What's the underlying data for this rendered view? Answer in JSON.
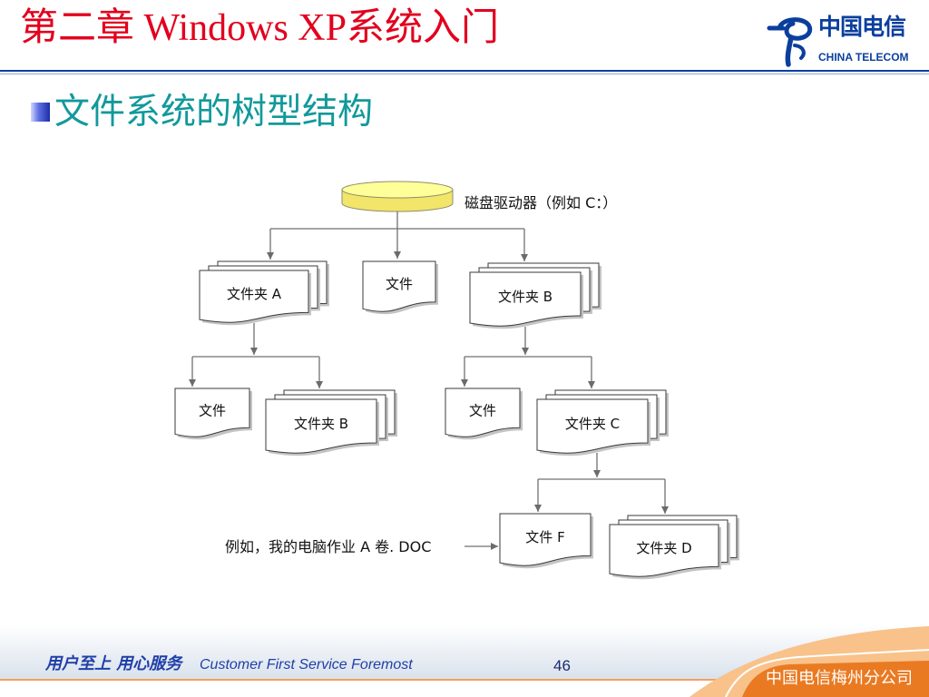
{
  "slide": {
    "title": "第二章 Windows XP系统入门",
    "subtitle": "文件系统的树型结构",
    "page_number": "46"
  },
  "logo": {
    "name_cn": "中国电信",
    "name_en": "CHINA TELECOM"
  },
  "diagram": {
    "tree": {
      "label": "磁盘驱动器（例如 C：）",
      "children": [
        {
          "label": "文件夹 A",
          "children": [
            {
              "label": "文件"
            },
            {
              "label": "文件夹 B"
            }
          ]
        },
        {
          "label": "文件"
        },
        {
          "label": "文件夹 B",
          "children": [
            {
              "label": "文件"
            },
            {
              "label": "文件夹 C",
              "children": [
                {
                  "label": "文件 F"
                },
                {
                  "label": "文件夹 D"
                }
              ]
            }
          ]
        }
      ]
    },
    "annotation": "例如，我的电脑作业 A 卷. DOC"
  },
  "footer": {
    "slogan_cn": "用户至上 用心服务",
    "slogan_en": "Customer First Service Foremost",
    "company": "中国电信梅州分公司"
  },
  "colors": {
    "title": "#e2001d",
    "subtitle": "#12999b",
    "brand_blue": "#0b3f9d",
    "slogan_blue": "#1f3fa8",
    "footer_orange": "#ea7a22",
    "disk_yellow": "#ffff99"
  },
  "icons": {
    "bullet": "square-bullet-icon",
    "logo": "china-telecom-logo-icon",
    "drive": "disk-drive-icon",
    "folder": "folder-stack-icon",
    "file": "document-icon"
  }
}
